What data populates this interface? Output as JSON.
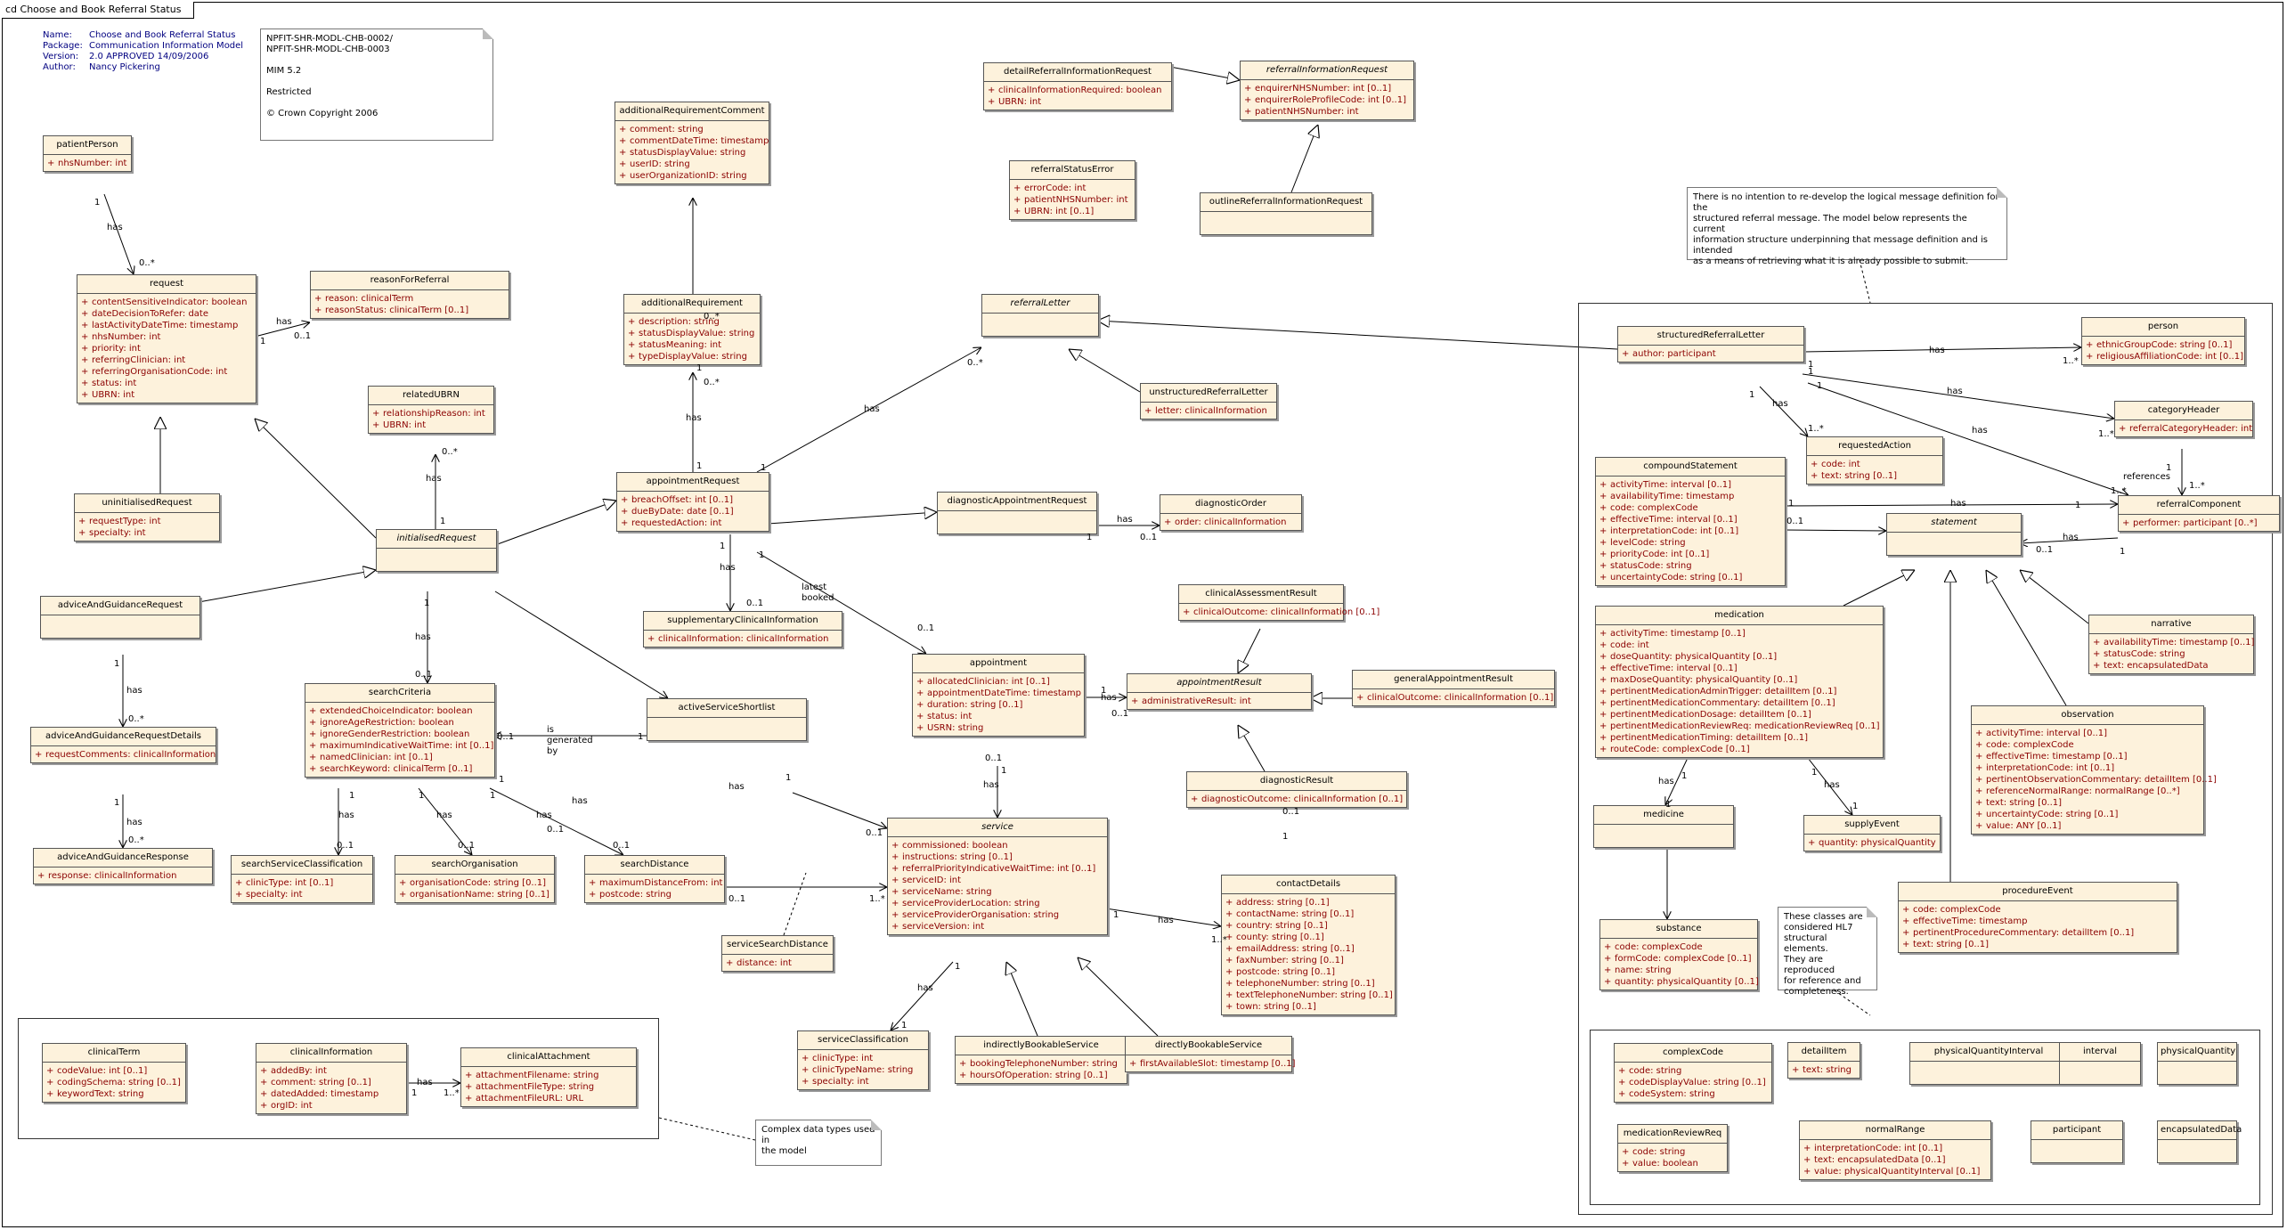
{
  "frame_title": "cd Choose and Book Referral Status",
  "header_info": [
    {
      "key": "Name:",
      "value": "Choose and Book Referral Status"
    },
    {
      "key": "Package:",
      "value": "Communication Information Model"
    },
    {
      "key": "Version:",
      "value": "2.0 APPROVED 14/09/2006"
    },
    {
      "key": "Author:",
      "value": "Nancy Pickering"
    }
  ],
  "classes": [
    {
      "id": "patientPerson",
      "name": "patientPerson",
      "attrs": [
        "nhsNumber: int"
      ]
    },
    {
      "id": "request",
      "name": "request",
      "attrs": [
        "contentSensitiveIndicator: boolean",
        "dateDecisionToRefer: date",
        "lastActivityDateTime: timestamp",
        "nhsNumber: int",
        "priority: int",
        "referringClinician: int",
        "referringOrganisationCode: int",
        "status: int",
        "UBRN: int"
      ]
    },
    {
      "id": "reasonForReferral",
      "name": "reasonForReferral",
      "attrs": [
        "reason: clinicalTerm",
        "reasonStatus: clinicalTerm [0..1]"
      ]
    },
    {
      "id": "uninitialisedRequest",
      "name": "uninitialisedRequest",
      "attrs": [
        "requestType: int",
        "specialty: int"
      ]
    },
    {
      "id": "relatedUBRN",
      "name": "relatedUBRN",
      "attrs": [
        "relationshipReason: int",
        "UBRN: int"
      ]
    },
    {
      "id": "initialisedRequest",
      "name": "initialisedRequest",
      "abstract": true,
      "attrs": []
    },
    {
      "id": "adviceAndGuidanceRequest",
      "name": "adviceAndGuidanceRequest",
      "attrs": []
    },
    {
      "id": "adviceAndGuidanceRequestDetails",
      "name": "adviceAndGuidanceRequestDetails",
      "attrs": [
        "requestComments: clinicalInformation"
      ]
    },
    {
      "id": "adviceAndGuidanceResponse",
      "name": "adviceAndGuidanceResponse",
      "attrs": [
        "response: clinicalInformation"
      ]
    },
    {
      "id": "searchCriteria",
      "name": "searchCriteria",
      "attrs": [
        "extendedChoiceIndicator: boolean",
        "ignoreAgeRestriction: boolean",
        "ignoreGenderRestriction: boolean",
        "maximumIndicativeWaitTime: int [0..1]",
        "namedClinician: int [0..1]",
        "searchKeyword: clinicalTerm [0..1]"
      ]
    },
    {
      "id": "searchServiceClassification",
      "name": "searchServiceClassification",
      "attrs": [
        "clinicType: int [0..1]",
        "specialty: int"
      ]
    },
    {
      "id": "searchOrganisation",
      "name": "searchOrganisation",
      "attrs": [
        "organisationCode: string [0..1]",
        "organisationName: string [0..1]"
      ]
    },
    {
      "id": "searchDistance",
      "name": "searchDistance",
      "attrs": [
        "maximumDistanceFrom: int",
        "postcode: string"
      ]
    },
    {
      "id": "serviceSearchDistance",
      "name": "serviceSearchDistance",
      "attrs": [
        "distance: int"
      ]
    },
    {
      "id": "additionalRequirementComment",
      "name": "additionalRequirementComment",
      "attrs": [
        "comment: string",
        "commentDateTime: timestamp",
        "statusDisplayValue: string",
        "userID: string",
        "userOrganizationID: string"
      ]
    },
    {
      "id": "additionalRequirement",
      "name": "additionalRequirement",
      "attrs": [
        "description: string",
        "statusDisplayValue: string",
        "statusMeaning: int",
        "typeDisplayValue: string"
      ]
    },
    {
      "id": "appointmentRequest",
      "name": "appointmentRequest",
      "attrs": [
        "breachOffset: int [0..1]",
        "dueByDate: date [0..1]",
        "requestedAction: int"
      ]
    },
    {
      "id": "supplementaryClinicalInformation",
      "name": "supplementaryClinicalInformation",
      "attrs": [
        "clinicalInformation: clinicalInformation"
      ]
    },
    {
      "id": "activeServiceShortlist",
      "name": "activeServiceShortlist",
      "attrs": []
    },
    {
      "id": "detailReferralInformationRequest",
      "name": "detailReferralInformationRequest",
      "attrs": [
        "clinicalInformationRequired: boolean",
        "UBRN: int"
      ]
    },
    {
      "id": "referralInformationRequest",
      "name": "referralInformationRequest",
      "abstract": true,
      "attrs": [
        "enquirerNHSNumber: int [0..1]",
        "enquirerRoleProfileCode: int [0..1]",
        "patientNHSNumber: int"
      ]
    },
    {
      "id": "referralStatusError",
      "name": "referralStatusError",
      "attrs": [
        "errorCode: int",
        "patientNHSNumber: int",
        "UBRN: int [0..1]"
      ]
    },
    {
      "id": "outlineReferralInformationRequest",
      "name": "outlineReferralInformationRequest",
      "attrs": []
    },
    {
      "id": "referralLetter",
      "name": "referralLetter",
      "abstract": true,
      "attrs": []
    },
    {
      "id": "unstructuredReferralLetter",
      "name": "unstructuredReferralLetter",
      "attrs": [
        "letter: clinicalInformation"
      ]
    },
    {
      "id": "diagnosticAppointmentRequest",
      "name": "diagnosticAppointmentRequest",
      "attrs": []
    },
    {
      "id": "diagnosticOrder",
      "name": "diagnosticOrder",
      "attrs": [
        "order: clinicalInformation"
      ]
    },
    {
      "id": "clinicalAssessmentResult",
      "name": "clinicalAssessmentResult",
      "attrs": [
        "clinicalOutcome: clinicalInformation [0..1]"
      ]
    },
    {
      "id": "appointment",
      "name": "appointment",
      "attrs": [
        "allocatedClinician: int [0..1]",
        "appointmentDateTime: timestamp",
        "duration: string [0..1]",
        "status: int",
        "USRN: string"
      ]
    },
    {
      "id": "appointmentResult",
      "name": "appointmentResult",
      "abstract": true,
      "attrs": [
        "administrativeResult: int"
      ]
    },
    {
      "id": "generalAppointmentResult",
      "name": "generalAppointmentResult",
      "attrs": [
        "clinicalOutcome: clinicalInformation [0..1]"
      ]
    },
    {
      "id": "diagnosticResult",
      "name": "diagnosticResult",
      "attrs": [
        "diagnosticOutcome: clinicalInformation [0..1]"
      ]
    },
    {
      "id": "service",
      "name": "service",
      "abstract": true,
      "attrs": [
        "commissioned: boolean",
        "instructions: string [0..1]",
        "referralPriorityIndicativeWaitTime: int [0..1]",
        "serviceID: int",
        "serviceName: string",
        "serviceProviderLocation: string",
        "serviceProviderOrganisation: string",
        "serviceVersion: int"
      ]
    },
    {
      "id": "contactDetails",
      "name": "contactDetails",
      "attrs": [
        "address: string [0..1]",
        "contactName: string [0..1]",
        "country: string [0..1]",
        "county: string [0..1]",
        "emailAddress: string [0..1]",
        "faxNumber: string [0..1]",
        "postcode: string [0..1]",
        "telephoneNumber: string [0..1]",
        "textTelephoneNumber: string [0..1]",
        "town: string [0..1]"
      ]
    },
    {
      "id": "serviceClassification",
      "name": "serviceClassification",
      "attrs": [
        "clinicType: int",
        "clinicTypeName: string",
        "specialty: int"
      ]
    },
    {
      "id": "indirectlyBookableService",
      "name": "indirectlyBookableService",
      "attrs": [
        "bookingTelephoneNumber: string",
        "hoursOfOperation: string [0..1]"
      ]
    },
    {
      "id": "directlyBookableService",
      "name": "directlyBookableService",
      "attrs": [
        "firstAvailableSlot: timestamp [0..1]"
      ]
    },
    {
      "id": "clinicalTerm",
      "name": "clinicalTerm",
      "attrs": [
        "codeValue: int [0..1]",
        "codingSchema: string [0..1]",
        "keywordText: string"
      ]
    },
    {
      "id": "clinicalInformation",
      "name": "clinicalInformation",
      "attrs": [
        "addedBy: int",
        "comment: string [0..1]",
        "datedAdded: timestamp",
        "orgID: int"
      ]
    },
    {
      "id": "clinicalAttachment",
      "name": "clinicalAttachment",
      "attrs": [
        "attachmentFilename: string",
        "attachmentFileType: string",
        "attachmentFileURL: URL"
      ]
    },
    {
      "id": "structuredReferralLetter",
      "name": "structuredReferralLetter",
      "attrs": [
        "author: participant"
      ]
    },
    {
      "id": "person",
      "name": "person",
      "attrs": [
        "ethnicGroupCode: string [0..1]",
        "religiousAffiliationCode: int [0..1]"
      ]
    },
    {
      "id": "categoryHeader",
      "name": "categoryHeader",
      "attrs": [
        "referralCategoryHeader: int"
      ]
    },
    {
      "id": "requestedAction",
      "name": "requestedAction",
      "attrs": [
        "code: int",
        "text: string [0..1]"
      ]
    },
    {
      "id": "compoundStatement",
      "name": "compoundStatement",
      "attrs": [
        "activityTime: interval [0..1]",
        "availabilityTime: timestamp",
        "code: complexCode",
        "effectiveTime: interval [0..1]",
        "interpretationCode: int [0..1]",
        "levelCode: string",
        "priorityCode: int [0..1]",
        "statusCode: string",
        "uncertaintyCode: string [0..1]"
      ]
    },
    {
      "id": "referralComponent",
      "name": "referralComponent",
      "attrs": [
        "performer: participant [0..*]"
      ]
    },
    {
      "id": "statement",
      "name": "statement",
      "abstract": true,
      "attrs": []
    },
    {
      "id": "medication",
      "name": "medication",
      "attrs": [
        "activityTime: timestamp [0..1]",
        "code: int",
        "doseQuantity: physicalQuantity [0..1]",
        "effectiveTime: interval [0..1]",
        "maxDoseQuantity: physicalQuantity [0..1]",
        "pertinentMedicationAdminTrigger: detailItem [0..1]",
        "pertinentMedicationCommentary: detailItem [0..1]",
        "pertinentMedicationDosage: detailItem [0..1]",
        "pertinentMedicationReviewReq: medicationReviewReq [0..1]",
        "pertinentMedicationTiming: detailItem [0..1]",
        "routeCode: complexCode [0..1]"
      ]
    },
    {
      "id": "narrative",
      "name": "narrative",
      "attrs": [
        "availabilityTime: timestamp [0..1]",
        "statusCode: string",
        "text: encapsulatedData"
      ]
    },
    {
      "id": "observation",
      "name": "observation",
      "attrs": [
        "activityTime: interval [0..1]",
        "code: complexCode",
        "effectiveTime: timestamp [0..1]",
        "interpretationCode: int [0..1]",
        "pertinentObservationCommentary: detailItem [0..1]",
        "referenceNormalRange: normalRange [0..*]",
        "text: string [0..1]",
        "uncertaintyCode: string [0..1]",
        "value: ANY [0..1]"
      ]
    },
    {
      "id": "medicine",
      "name": "medicine",
      "attrs": []
    },
    {
      "id": "supplyEvent",
      "name": "supplyEvent",
      "attrs": [
        "quantity: physicalQuantity"
      ]
    },
    {
      "id": "substance",
      "name": "substance",
      "attrs": [
        "code: complexCode",
        "formCode: complexCode [0..1]",
        "name: string",
        "quantity: physicalQuantity [0..1]"
      ]
    },
    {
      "id": "procedureEvent",
      "name": "procedureEvent",
      "attrs": [
        "code: complexCode",
        "effectiveTime: timestamp",
        "pertinentProcedureCommentary: detailItem [0..1]",
        "text: string [0..1]"
      ]
    },
    {
      "id": "complexCode",
      "name": "complexCode",
      "attrs": [
        "code: string",
        "codeDisplayValue: string [0..1]",
        "codeSystem: string"
      ]
    },
    {
      "id": "detailItem",
      "name": "detailItem",
      "attrs": [
        "text: string"
      ]
    },
    {
      "id": "physicalQuantityInterval",
      "name": "physicalQuantityInterval",
      "attrs": []
    },
    {
      "id": "interval",
      "name": "interval",
      "attrs": []
    },
    {
      "id": "physicalQuantity",
      "name": "physicalQuantity",
      "attrs": []
    },
    {
      "id": "medicationReviewReq",
      "name": "medicationReviewReq",
      "attrs": [
        "code: string",
        "value: boolean"
      ]
    },
    {
      "id": "normalRange",
      "name": "normalRange",
      "attrs": [
        "interpretationCode: int [0..1]",
        "text: encapsulatedData [0..1]",
        "value: physicalQuantityInterval [0..1]"
      ]
    },
    {
      "id": "participant",
      "name": "participant",
      "attrs": []
    },
    {
      "id": "encapsulatedData",
      "name": "encapsulatedData",
      "attrs": []
    }
  ],
  "notes": [
    {
      "id": "note-ids",
      "lines": [
        "NPFIT-SHR-MODL-CHB-0002/",
        "NPFIT-SHR-MODL-CHB-0003",
        "",
        "MIM 5.2",
        "",
        "Restricted",
        "",
        "© Crown Copyright 2006"
      ]
    },
    {
      "id": "note-structured",
      "lines": [
        "There is no intention to re-develop the logical message definition for the",
        "structured referral message. The model below represents the current",
        "information structure underpinning that message definition and is intended",
        "as a means of retrieving what it is already possible to submit."
      ]
    },
    {
      "id": "note-hl7",
      "lines": [
        "These classes are",
        "considered HL7",
        "structural elements.",
        "They are reproduced",
        "for reference and",
        "completeness."
      ]
    },
    {
      "id": "note-complex",
      "lines": [
        "Complex data types used in",
        "the model"
      ]
    }
  ],
  "edge_labels": [
    {
      "id": "l1",
      "text": "has"
    },
    {
      "id": "l2",
      "text": "1"
    },
    {
      "id": "l3",
      "text": "0..*"
    },
    {
      "id": "l4",
      "text": "has"
    },
    {
      "id": "l5",
      "text": "1"
    },
    {
      "id": "l6",
      "text": "0..1"
    },
    {
      "id": "l7",
      "text": "has"
    },
    {
      "id": "l8",
      "text": "1"
    },
    {
      "id": "l9",
      "text": "0..*"
    },
    {
      "id": "l10",
      "text": "has"
    },
    {
      "id": "l11",
      "text": "1"
    },
    {
      "id": "l12",
      "text": "0..*"
    },
    {
      "id": "l13",
      "text": "has"
    },
    {
      "id": "l14",
      "text": "1"
    },
    {
      "id": "l15",
      "text": "0..*"
    },
    {
      "id": "l16",
      "text": "has"
    },
    {
      "id": "l17",
      "text": "1"
    },
    {
      "id": "l18",
      "text": "0..1"
    },
    {
      "id": "l19",
      "text": "is"
    },
    {
      "id": "l20",
      "text": "generated"
    },
    {
      "id": "l21",
      "text": "by"
    },
    {
      "id": "l22",
      "text": "0..1"
    },
    {
      "id": "l23",
      "text": "1"
    },
    {
      "id": "l24",
      "text": "has"
    },
    {
      "id": "l25",
      "text": "1"
    },
    {
      "id": "l26",
      "text": "0..1"
    },
    {
      "id": "l27",
      "text": "has"
    },
    {
      "id": "l28",
      "text": "1"
    },
    {
      "id": "l29",
      "text": "0..1"
    },
    {
      "id": "l30",
      "text": "has"
    },
    {
      "id": "l31",
      "text": "1"
    },
    {
      "id": "l32",
      "text": "0..1"
    },
    {
      "id": "l33",
      "text": "has"
    },
    {
      "id": "l34",
      "text": "1"
    },
    {
      "id": "l35",
      "text": "0..1"
    },
    {
      "id": "l36",
      "text": "0..1"
    },
    {
      "id": "l37",
      "text": "1..*"
    },
    {
      "id": "l38",
      "text": "has"
    },
    {
      "id": "l39",
      "text": "1"
    },
    {
      "id": "l40",
      "text": "0..1"
    },
    {
      "id": "l41",
      "text": "1"
    },
    {
      "id": "l42",
      "text": "0..*"
    },
    {
      "id": "l43",
      "text": "has"
    },
    {
      "id": "l44",
      "text": "1"
    },
    {
      "id": "l45",
      "text": "0..*"
    },
    {
      "id": "l46",
      "text": "has"
    },
    {
      "id": "l47",
      "text": "1"
    },
    {
      "id": "l48",
      "text": "0..1"
    },
    {
      "id": "l49",
      "text": "has"
    },
    {
      "id": "l50",
      "text": "1"
    },
    {
      "id": "l51",
      "text": "0..*"
    },
    {
      "id": "l52",
      "text": "latest"
    },
    {
      "id": "l53",
      "text": "booked"
    },
    {
      "id": "l54",
      "text": "1"
    },
    {
      "id": "l55",
      "text": "0..1"
    },
    {
      "id": "l56",
      "text": "has"
    },
    {
      "id": "l57",
      "text": "1"
    },
    {
      "id": "l58",
      "text": "0..1"
    },
    {
      "id": "l59",
      "text": "has"
    },
    {
      "id": "l60",
      "text": "1"
    },
    {
      "id": "l61",
      "text": "0..1"
    },
    {
      "id": "l62",
      "text": "0..1"
    },
    {
      "id": "l63",
      "text": "1"
    },
    {
      "id": "l64",
      "text": "has"
    },
    {
      "id": "l65",
      "text": "1"
    },
    {
      "id": "l66",
      "text": "1..*"
    },
    {
      "id": "l67",
      "text": "has"
    },
    {
      "id": "l68",
      "text": "1"
    },
    {
      "id": "l69",
      "text": "1"
    },
    {
      "id": "l70",
      "text": "has"
    },
    {
      "id": "l71",
      "text": "1"
    },
    {
      "id": "l72",
      "text": "1..*"
    },
    {
      "id": "l73",
      "text": "0..1"
    },
    {
      "id": "l74",
      "text": "has"
    },
    {
      "id": "l75",
      "text": "1"
    },
    {
      "id": "l76",
      "text": "has"
    },
    {
      "id": "l77",
      "text": "1"
    },
    {
      "id": "l78",
      "text": "1..*"
    },
    {
      "id": "l79",
      "text": "has"
    },
    {
      "id": "l80",
      "text": "1"
    },
    {
      "id": "l81",
      "text": "1..*"
    },
    {
      "id": "l82",
      "text": "has"
    },
    {
      "id": "l83",
      "text": "1"
    },
    {
      "id": "l84",
      "text": "1..*"
    },
    {
      "id": "l85",
      "text": "references"
    },
    {
      "id": "l86",
      "text": "1"
    },
    {
      "id": "l87",
      "text": "1..*"
    },
    {
      "id": "l88",
      "text": "has"
    },
    {
      "id": "l89",
      "text": "1"
    },
    {
      "id": "l90",
      "text": "1..*"
    },
    {
      "id": "l91",
      "text": "0..1"
    },
    {
      "id": "l92",
      "text": "has"
    },
    {
      "id": "l93",
      "text": "1"
    },
    {
      "id": "l94",
      "text": "1"
    },
    {
      "id": "l95",
      "text": "has"
    },
    {
      "id": "l96",
      "text": "1"
    },
    {
      "id": "l97",
      "text": "0..1"
    },
    {
      "id": "l98",
      "text": "has"
    },
    {
      "id": "l99",
      "text": "1"
    },
    {
      "id": "l100",
      "text": "1"
    },
    {
      "id": "l101",
      "text": "has"
    },
    {
      "id": "l102",
      "text": "1"
    },
    {
      "id": "l103",
      "text": "1"
    }
  ]
}
